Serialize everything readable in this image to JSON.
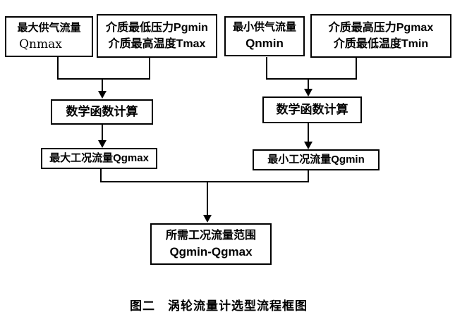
{
  "diagram": {
    "nodes": {
      "qnmax": {
        "line1": "最大供气流量",
        "line2": "Qnmax"
      },
      "pgmin_tmax": {
        "line1": "介质最低压力Pgmin",
        "line2": "介质最高温度Tmax"
      },
      "qnmin": {
        "line1": "最小供气流量",
        "line2": "Qnmin"
      },
      "pgmax_tmin": {
        "line1": "介质最高压力Pgmax",
        "line2": "介质最低温度Tmin"
      },
      "calc_left": {
        "label": "数学函数计算"
      },
      "calc_right": {
        "label": "数学函数计算"
      },
      "qgmax": {
        "label": "最大工况流量Qgmax"
      },
      "qgmin": {
        "label": "最小工况流量Qgmin"
      },
      "result": {
        "line1": "所需工况流量范围",
        "line2": "Qgmin-Qgmax"
      }
    },
    "caption": "图二　涡轮流量计选型流程框图",
    "colors": {
      "line": "#000000",
      "text": "#000000",
      "background": "#ffffff"
    }
  }
}
